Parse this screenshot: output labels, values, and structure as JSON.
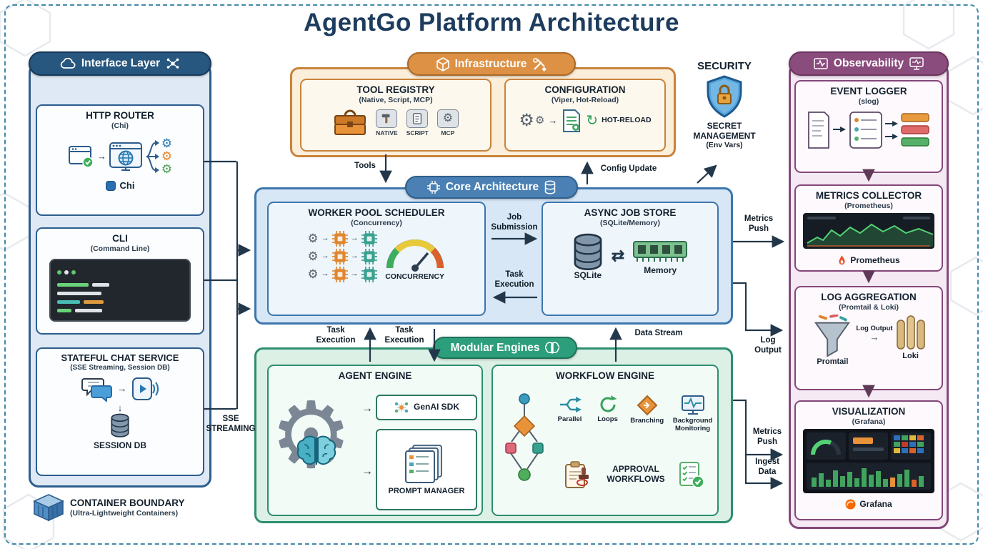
{
  "title": "AgentGo Platform Architecture",
  "icons": {
    "gear": "⚙",
    "arrow_right": "→",
    "arrow_down": "↓",
    "swap_arrows": "⇄",
    "reload": "↻"
  },
  "interface": {
    "header": "Interface Layer",
    "http_router": {
      "title": "HTTP ROUTER",
      "subtitle": "(Chi)",
      "brand": "Chi"
    },
    "cli": {
      "title": "CLI",
      "subtitle": "(Command Line)"
    },
    "chat": {
      "title": "STATEFUL CHAT SERVICE",
      "subtitle": "(SSE Streaming, Session DB)",
      "db_label": "SESSION DB"
    },
    "container_boundary": {
      "title": "CONTAINER BOUNDARY",
      "subtitle": "(Ultra-Lightweight Containers)"
    }
  },
  "infrastructure": {
    "header": "Infrastructure",
    "tool_registry": {
      "title": "TOOL REGISTRY",
      "subtitle": "(Native, Script, MCP)",
      "badges": [
        "NATIVE",
        "SCRIPT",
        "MCP"
      ]
    },
    "configuration": {
      "title": "CONFIGURATION",
      "subtitle": "(Viper, Hot-Reload)",
      "hot_reload": "HOT-RELOAD"
    }
  },
  "security": {
    "title": "SECURITY",
    "management": "SECRET MANAGEMENT",
    "subtitle": "(Env Vars)"
  },
  "core": {
    "header": "Core Architecture",
    "worker_pool": {
      "title": "WORKER POOL SCHEDULER",
      "subtitle": "(Concurrency)",
      "gauge_label": "CONCURRENCY"
    },
    "job_store": {
      "title": "ASYNC JOB STORE",
      "subtitle": "(SQLite/Memory)",
      "sqlite_label": "SQLite",
      "memory_label": "Memory"
    }
  },
  "engines": {
    "header": "Modular Engines",
    "agent": {
      "title": "AGENT ENGINE",
      "genai_sdk": "GenAI SDK",
      "prompt_manager": "PROMPT MANAGER"
    },
    "workflow": {
      "title": "WORKFLOW ENGINE",
      "features": [
        "Parallel",
        "Loops",
        "Branching",
        "Background Monitoring"
      ],
      "approval": "APPROVAL WORKFLOWS"
    }
  },
  "observability": {
    "header": "Observability",
    "event_logger": {
      "title": "EVENT LOGGER",
      "subtitle": "(slog)"
    },
    "metrics_collector": {
      "title": "METRICS COLLECTOR",
      "subtitle": "(Prometheus)",
      "brand": "Prometheus"
    },
    "log_aggregation": {
      "title": "LOG AGGREGATION",
      "subtitle": "(Promtail & Loki)",
      "promtail_label": "Promtail",
      "loki_label": "Loki",
      "log_output": "Log Output"
    },
    "visualization": {
      "title": "VISUALIZATION",
      "subtitle": "(Grafana)",
      "brand": "Grafana"
    }
  },
  "flows": {
    "tools": "Tools",
    "config_update": "Config Update",
    "job_submission": "Job Submission",
    "task_execution_core": "Task Execution",
    "task_execution_left": "Task Execution",
    "task_execution_right": "Task Execution",
    "data_stream": "Data Stream",
    "sse_streaming": "SSE STREAMING",
    "metrics_push_top": "Metrics Push",
    "log_output": "Log Output",
    "metrics_push_bottom": "Metrics Push",
    "ingest_data": "Ingest Data"
  }
}
